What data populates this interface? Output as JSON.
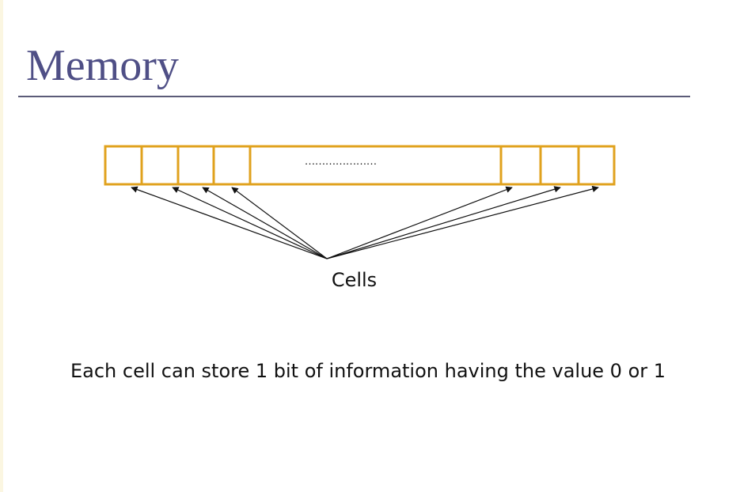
{
  "slide": {
    "title": "Memory",
    "caption": "Each cell can store 1 bit of information having the value 0 or 1"
  },
  "diagram": {
    "cells_label": "Cells",
    "ellipsis": "…………………",
    "left_cells": 4,
    "right_cells": 3
  },
  "colors": {
    "title": "#4f4f86",
    "rule": "#5b5b78",
    "cell_border": "#e0a21e",
    "arrow": "#111111",
    "text": "#111111"
  }
}
